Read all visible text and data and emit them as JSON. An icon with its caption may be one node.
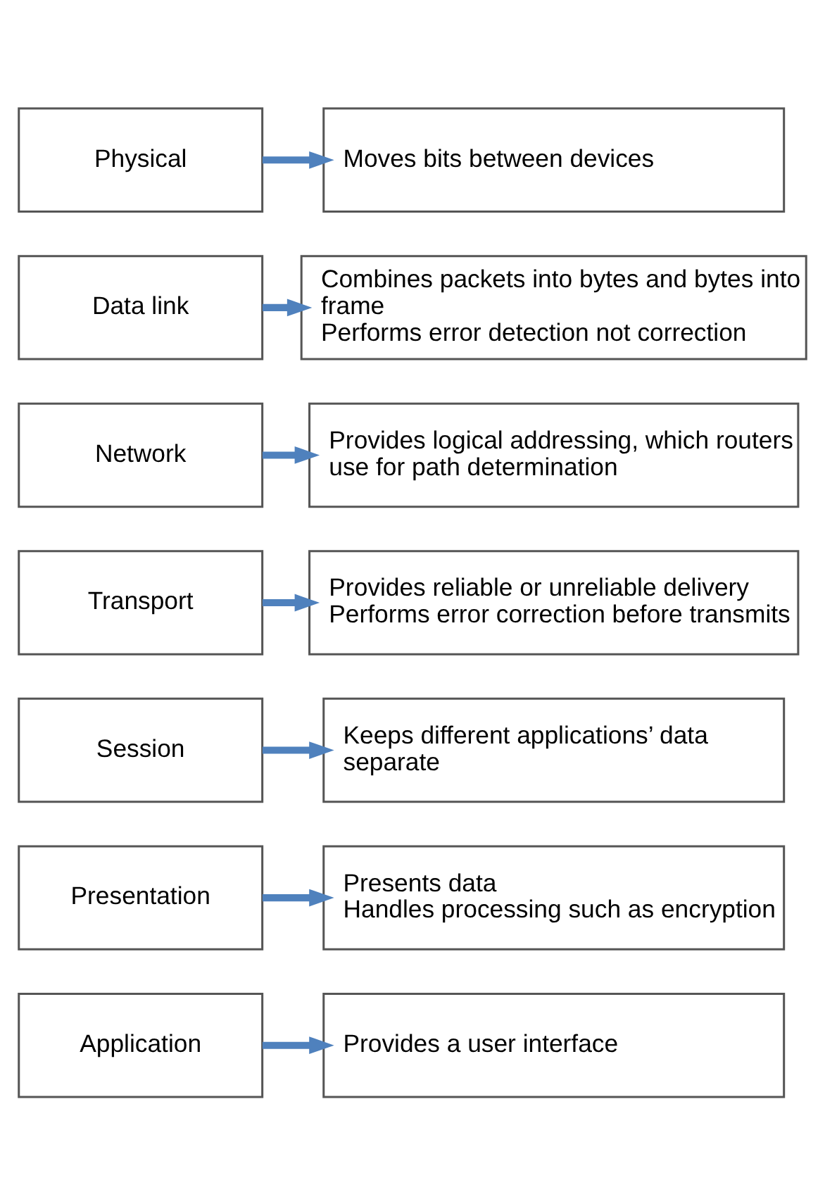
{
  "diagram": {
    "nodes": [
      {
        "text": [
          "Application"
        ]
      },
      {
        "text": [
          "Provides a user interface"
        ]
      },
      {
        "text": [
          "Presentation"
        ]
      },
      {
        "text": [
          "Presents data",
          "Handles processing such as encryption"
        ]
      },
      {
        "text": [
          "Session"
        ]
      },
      {
        "text": [
          "Keeps different applications’ data separate"
        ]
      },
      {
        "text": [
          "Transport"
        ]
      },
      {
        "text": [
          "Provides reliable or unreliable delivery",
          "Performs error correction before transmits"
        ]
      },
      {
        "text": [
          "Network"
        ]
      },
      {
        "text": [
          "Provides logical addressing, which routers use for path determination"
        ]
      },
      {
        "text": [
          "Data link"
        ]
      },
      {
        "text": [
          "Combines packets into bytes and bytes into frame",
          "Performs error detection not correction"
        ]
      },
      {
        "text": [
          "Physical"
        ]
      },
      {
        "text": [
          "Moves bits between devices"
        ]
      }
    ],
    "edges": [
      {
        "from": 0,
        "to": 1,
        "arrow": "to"
      },
      {
        "from": 2,
        "to": 3,
        "arrow": "to"
      },
      {
        "from": 4,
        "to": 5,
        "arrow": "to"
      },
      {
        "from": 6,
        "to": 7,
        "arrow": "to"
      },
      {
        "from": 8,
        "to": 9,
        "arrow": "to"
      },
      {
        "from": 10,
        "to": 11,
        "arrow": "to"
      },
      {
        "from": 12,
        "to": 13,
        "arrow": "to"
      }
    ]
  }
}
